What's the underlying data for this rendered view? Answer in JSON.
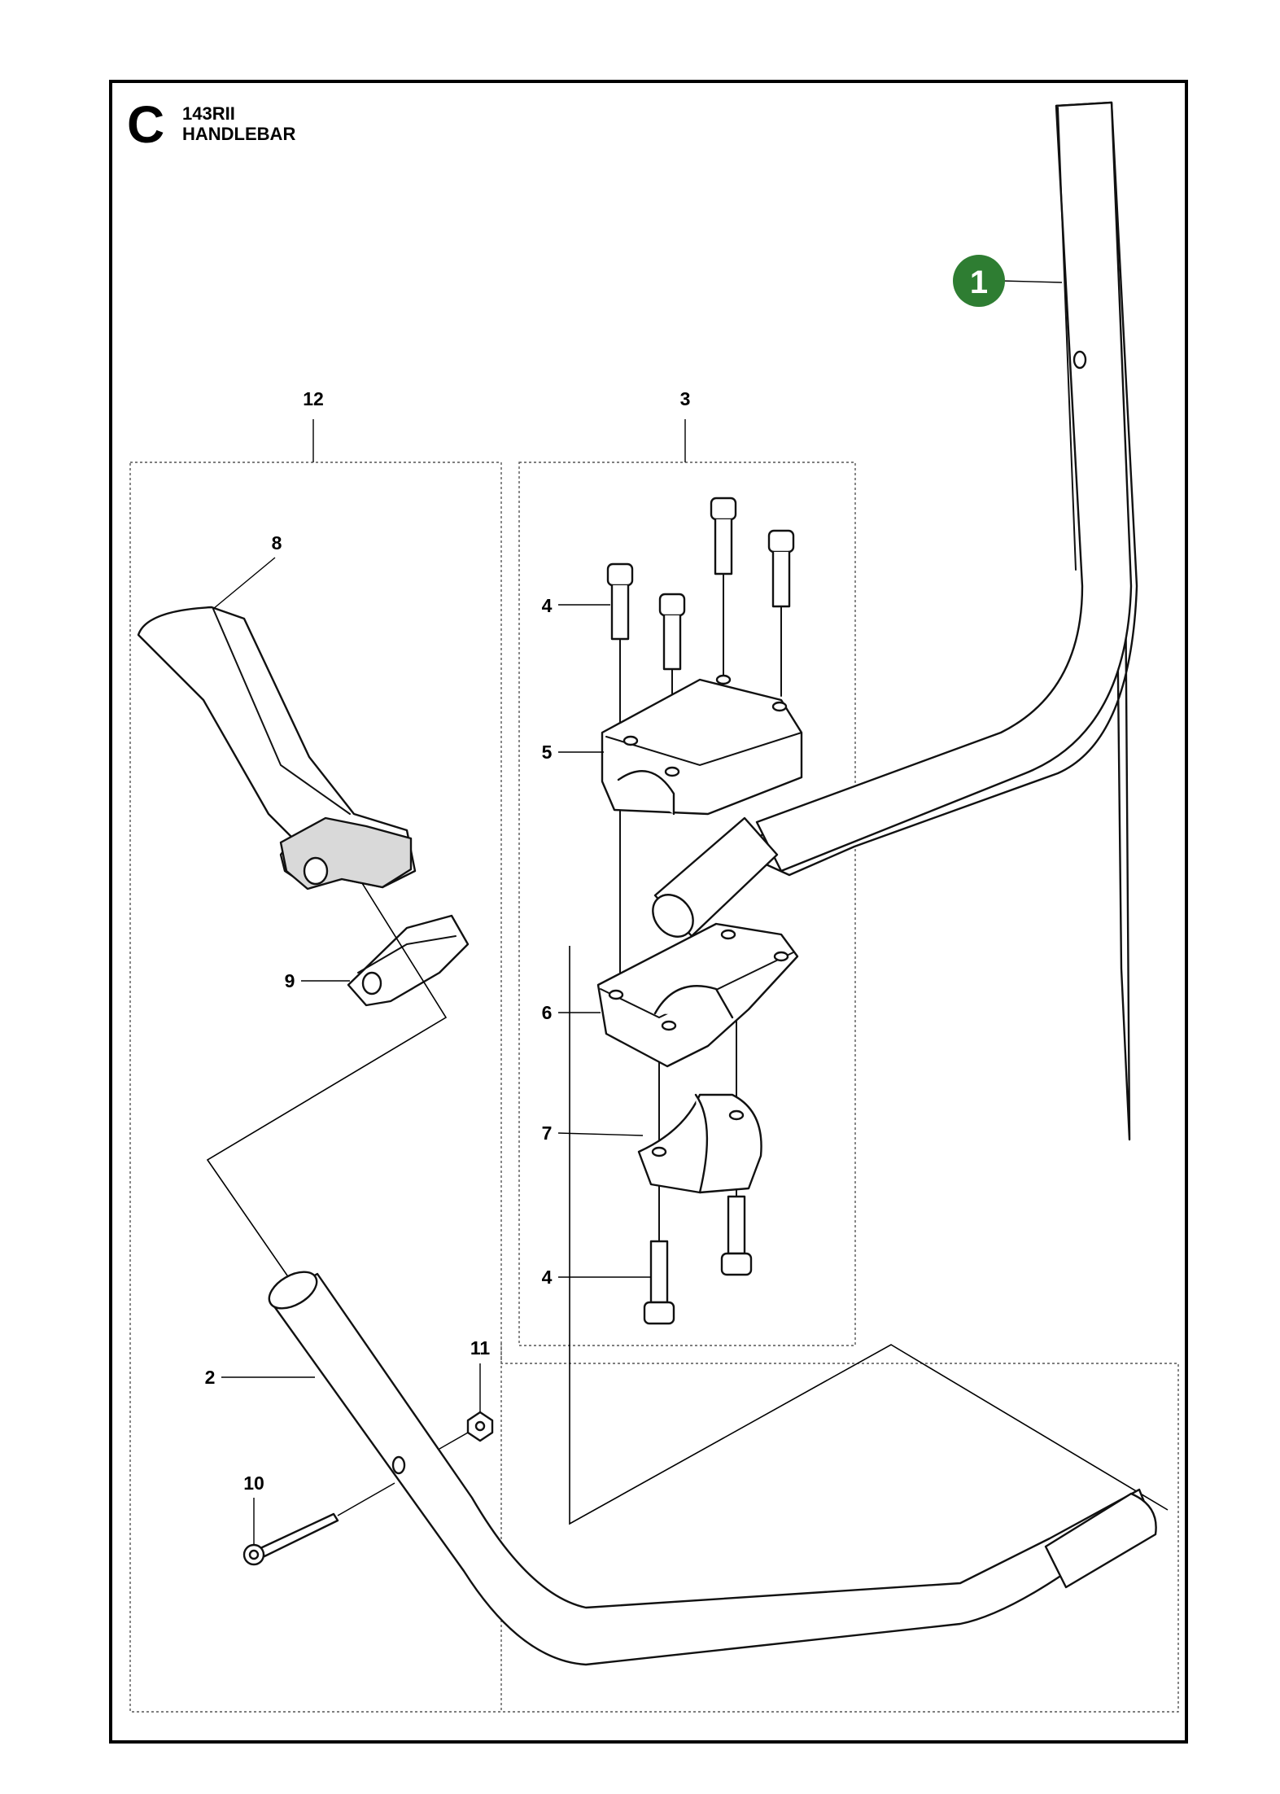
{
  "header": {
    "section_letter": "C",
    "model": "143RII",
    "title": "HANDLEBAR"
  },
  "badge": {
    "label": "1",
    "color": "#2e7d32"
  },
  "callouts": {
    "c12": "12",
    "c3": "3",
    "c8": "8",
    "c4_top": "4",
    "c5": "5",
    "c9": "9",
    "c6": "6",
    "c7": "7",
    "c4_bottom": "4",
    "c2": "2",
    "c11": "11",
    "c10": "10"
  }
}
